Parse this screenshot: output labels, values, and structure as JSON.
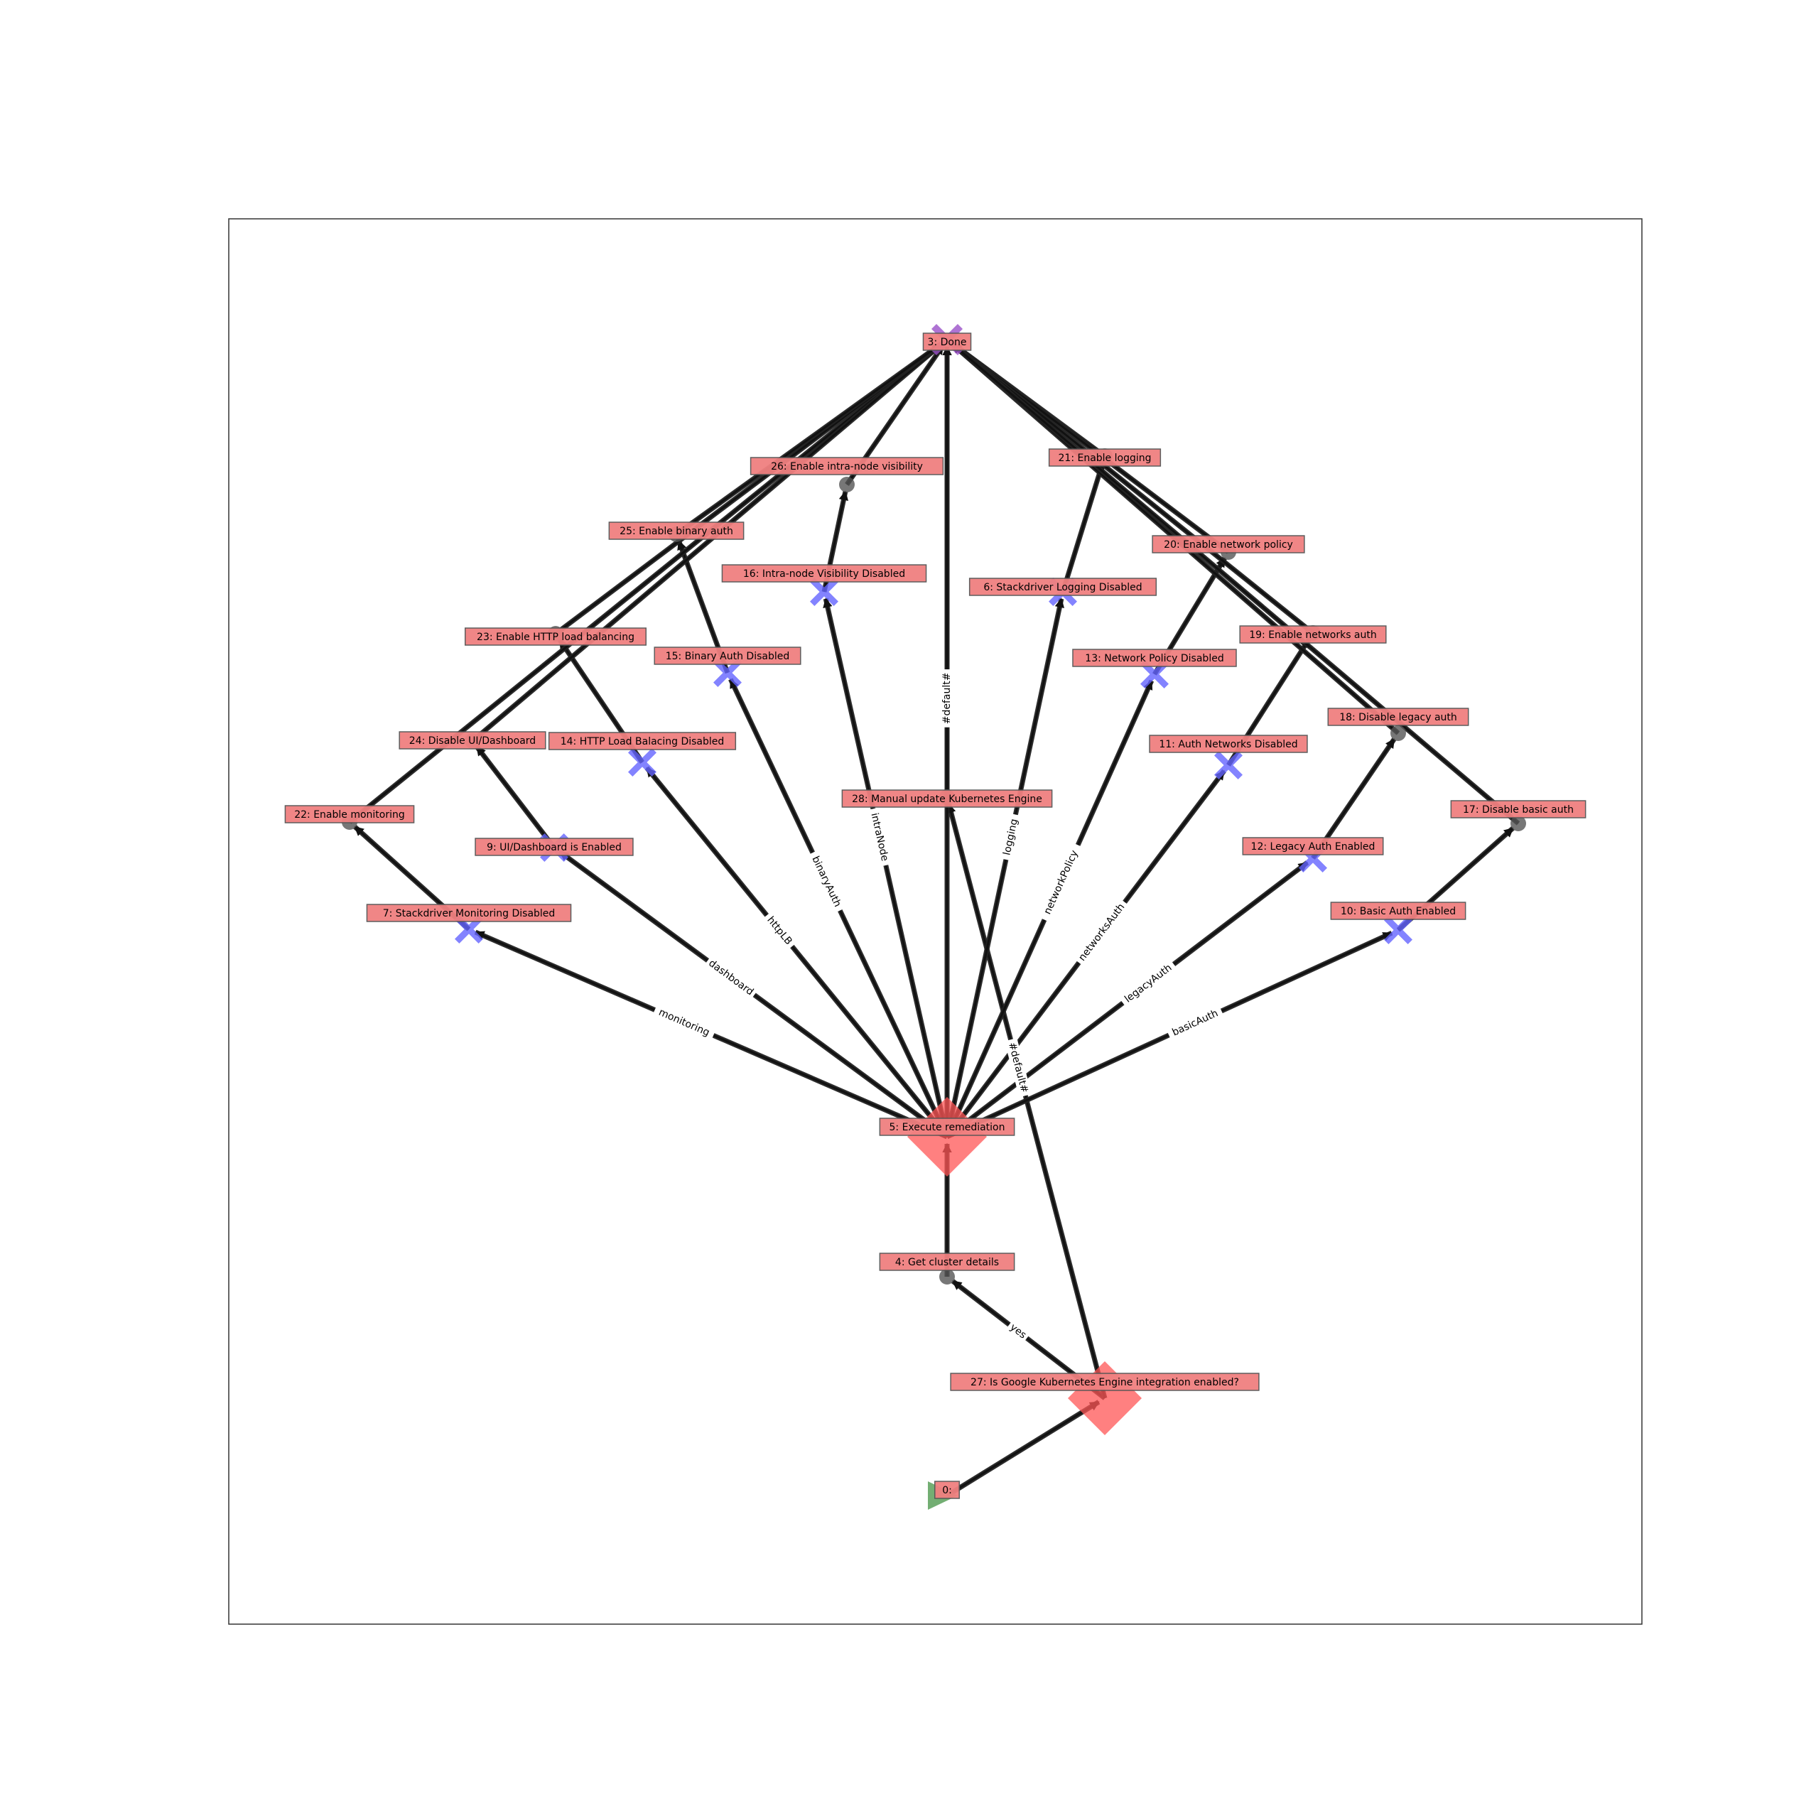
{
  "colors": {
    "edge": "#222222",
    "label_fill": "#f08080",
    "marker_start": "#5aa05a",
    "marker_task": "#555555",
    "marker_condition": "#ff5555",
    "marker_check": "#6464ff",
    "marker_done": "#9a50c8"
  },
  "nodes": [
    {
      "id": "n0",
      "label": "0: ",
      "type": "start"
    },
    {
      "id": "n27",
      "label": "27: Is Google Kubernetes Engine integration enabled?",
      "type": "condition"
    },
    {
      "id": "n4",
      "label": "4: Get cluster details",
      "type": "task"
    },
    {
      "id": "n5",
      "label": "5: Execute remediation",
      "type": "condition"
    },
    {
      "id": "n28",
      "label": "28: Manual update Kubernetes Engine",
      "type": "task"
    },
    {
      "id": "n3",
      "label": "3: Done",
      "type": "done"
    },
    {
      "id": "n7",
      "label": "7: Stackdriver Monitoring Disabled",
      "type": "check"
    },
    {
      "id": "n9",
      "label": "9: UI/Dashboard is Enabled",
      "type": "check"
    },
    {
      "id": "n14",
      "label": "14: HTTP Load Balacing Disabled",
      "type": "check"
    },
    {
      "id": "n15",
      "label": "15: Binary Auth Disabled",
      "type": "check"
    },
    {
      "id": "n16",
      "label": "16: Intra-node Visibility Disabled",
      "type": "check"
    },
    {
      "id": "n6",
      "label": "6: Stackdriver Logging Disabled",
      "type": "check"
    },
    {
      "id": "n13",
      "label": "13: Network Policy Disabled",
      "type": "check"
    },
    {
      "id": "n11",
      "label": "11: Auth Networks Disabled",
      "type": "check"
    },
    {
      "id": "n12",
      "label": "12: Legacy Auth Enabled",
      "type": "check"
    },
    {
      "id": "n10",
      "label": "10: Basic Auth Enabled",
      "type": "check"
    },
    {
      "id": "n22",
      "label": "22: Enable monitoring",
      "type": "task"
    },
    {
      "id": "n24",
      "label": "24: Disable UI/Dashboard",
      "type": "task"
    },
    {
      "id": "n23",
      "label": "23: Enable HTTP load balancing",
      "type": "task"
    },
    {
      "id": "n25",
      "label": "25: Enable binary auth",
      "type": "task"
    },
    {
      "id": "n26",
      "label": "26: Enable intra-node visibility",
      "type": "task"
    },
    {
      "id": "n21",
      "label": "21: Enable logging",
      "type": "task"
    },
    {
      "id": "n20",
      "label": "20: Enable network policy",
      "type": "task"
    },
    {
      "id": "n19",
      "label": "19: Enable networks auth",
      "type": "task"
    },
    {
      "id": "n18",
      "label": "18: Disable legacy auth",
      "type": "task"
    },
    {
      "id": "n17",
      "label": "17: Disable basic auth",
      "type": "task"
    }
  ],
  "edges": [
    {
      "from": "n0",
      "to": "n27",
      "label": ""
    },
    {
      "from": "n27",
      "to": "n4",
      "label": "yes"
    },
    {
      "from": "n27",
      "to": "n28",
      "label": "#default#"
    },
    {
      "from": "n4",
      "to": "n5",
      "label": ""
    },
    {
      "from": "n5",
      "to": "n7",
      "label": "monitoring"
    },
    {
      "from": "n5",
      "to": "n9",
      "label": "dashboard"
    },
    {
      "from": "n5",
      "to": "n14",
      "label": "httpLB"
    },
    {
      "from": "n5",
      "to": "n15",
      "label": "binaryAuth"
    },
    {
      "from": "n5",
      "to": "n16",
      "label": "intraNode"
    },
    {
      "from": "n5",
      "to": "n3",
      "label": "#default#"
    },
    {
      "from": "n5",
      "to": "n6",
      "label": "logging"
    },
    {
      "from": "n5",
      "to": "n13",
      "label": "networkPolicy"
    },
    {
      "from": "n5",
      "to": "n11",
      "label": "networksAuth"
    },
    {
      "from": "n5",
      "to": "n12",
      "label": "legacyAuth"
    },
    {
      "from": "n5",
      "to": "n10",
      "label": "basicAuth"
    },
    {
      "from": "n7",
      "to": "n22",
      "label": ""
    },
    {
      "from": "n9",
      "to": "n24",
      "label": ""
    },
    {
      "from": "n14",
      "to": "n23",
      "label": ""
    },
    {
      "from": "n15",
      "to": "n25",
      "label": ""
    },
    {
      "from": "n16",
      "to": "n26",
      "label": ""
    },
    {
      "from": "n6",
      "to": "n21",
      "label": ""
    },
    {
      "from": "n13",
      "to": "n20",
      "label": ""
    },
    {
      "from": "n11",
      "to": "n19",
      "label": ""
    },
    {
      "from": "n12",
      "to": "n18",
      "label": ""
    },
    {
      "from": "n10",
      "to": "n17",
      "label": ""
    },
    {
      "from": "n22",
      "to": "n3",
      "label": ""
    },
    {
      "from": "n24",
      "to": "n3",
      "label": ""
    },
    {
      "from": "n23",
      "to": "n3",
      "label": ""
    },
    {
      "from": "n25",
      "to": "n3",
      "label": ""
    },
    {
      "from": "n26",
      "to": "n3",
      "label": ""
    },
    {
      "from": "n21",
      "to": "n3",
      "label": ""
    },
    {
      "from": "n20",
      "to": "n3",
      "label": ""
    },
    {
      "from": "n19",
      "to": "n3",
      "label": ""
    },
    {
      "from": "n18",
      "to": "n3",
      "label": ""
    },
    {
      "from": "n17",
      "to": "n3",
      "label": ""
    },
    {
      "from": "n28",
      "to": "n3",
      "label": ""
    }
  ]
}
